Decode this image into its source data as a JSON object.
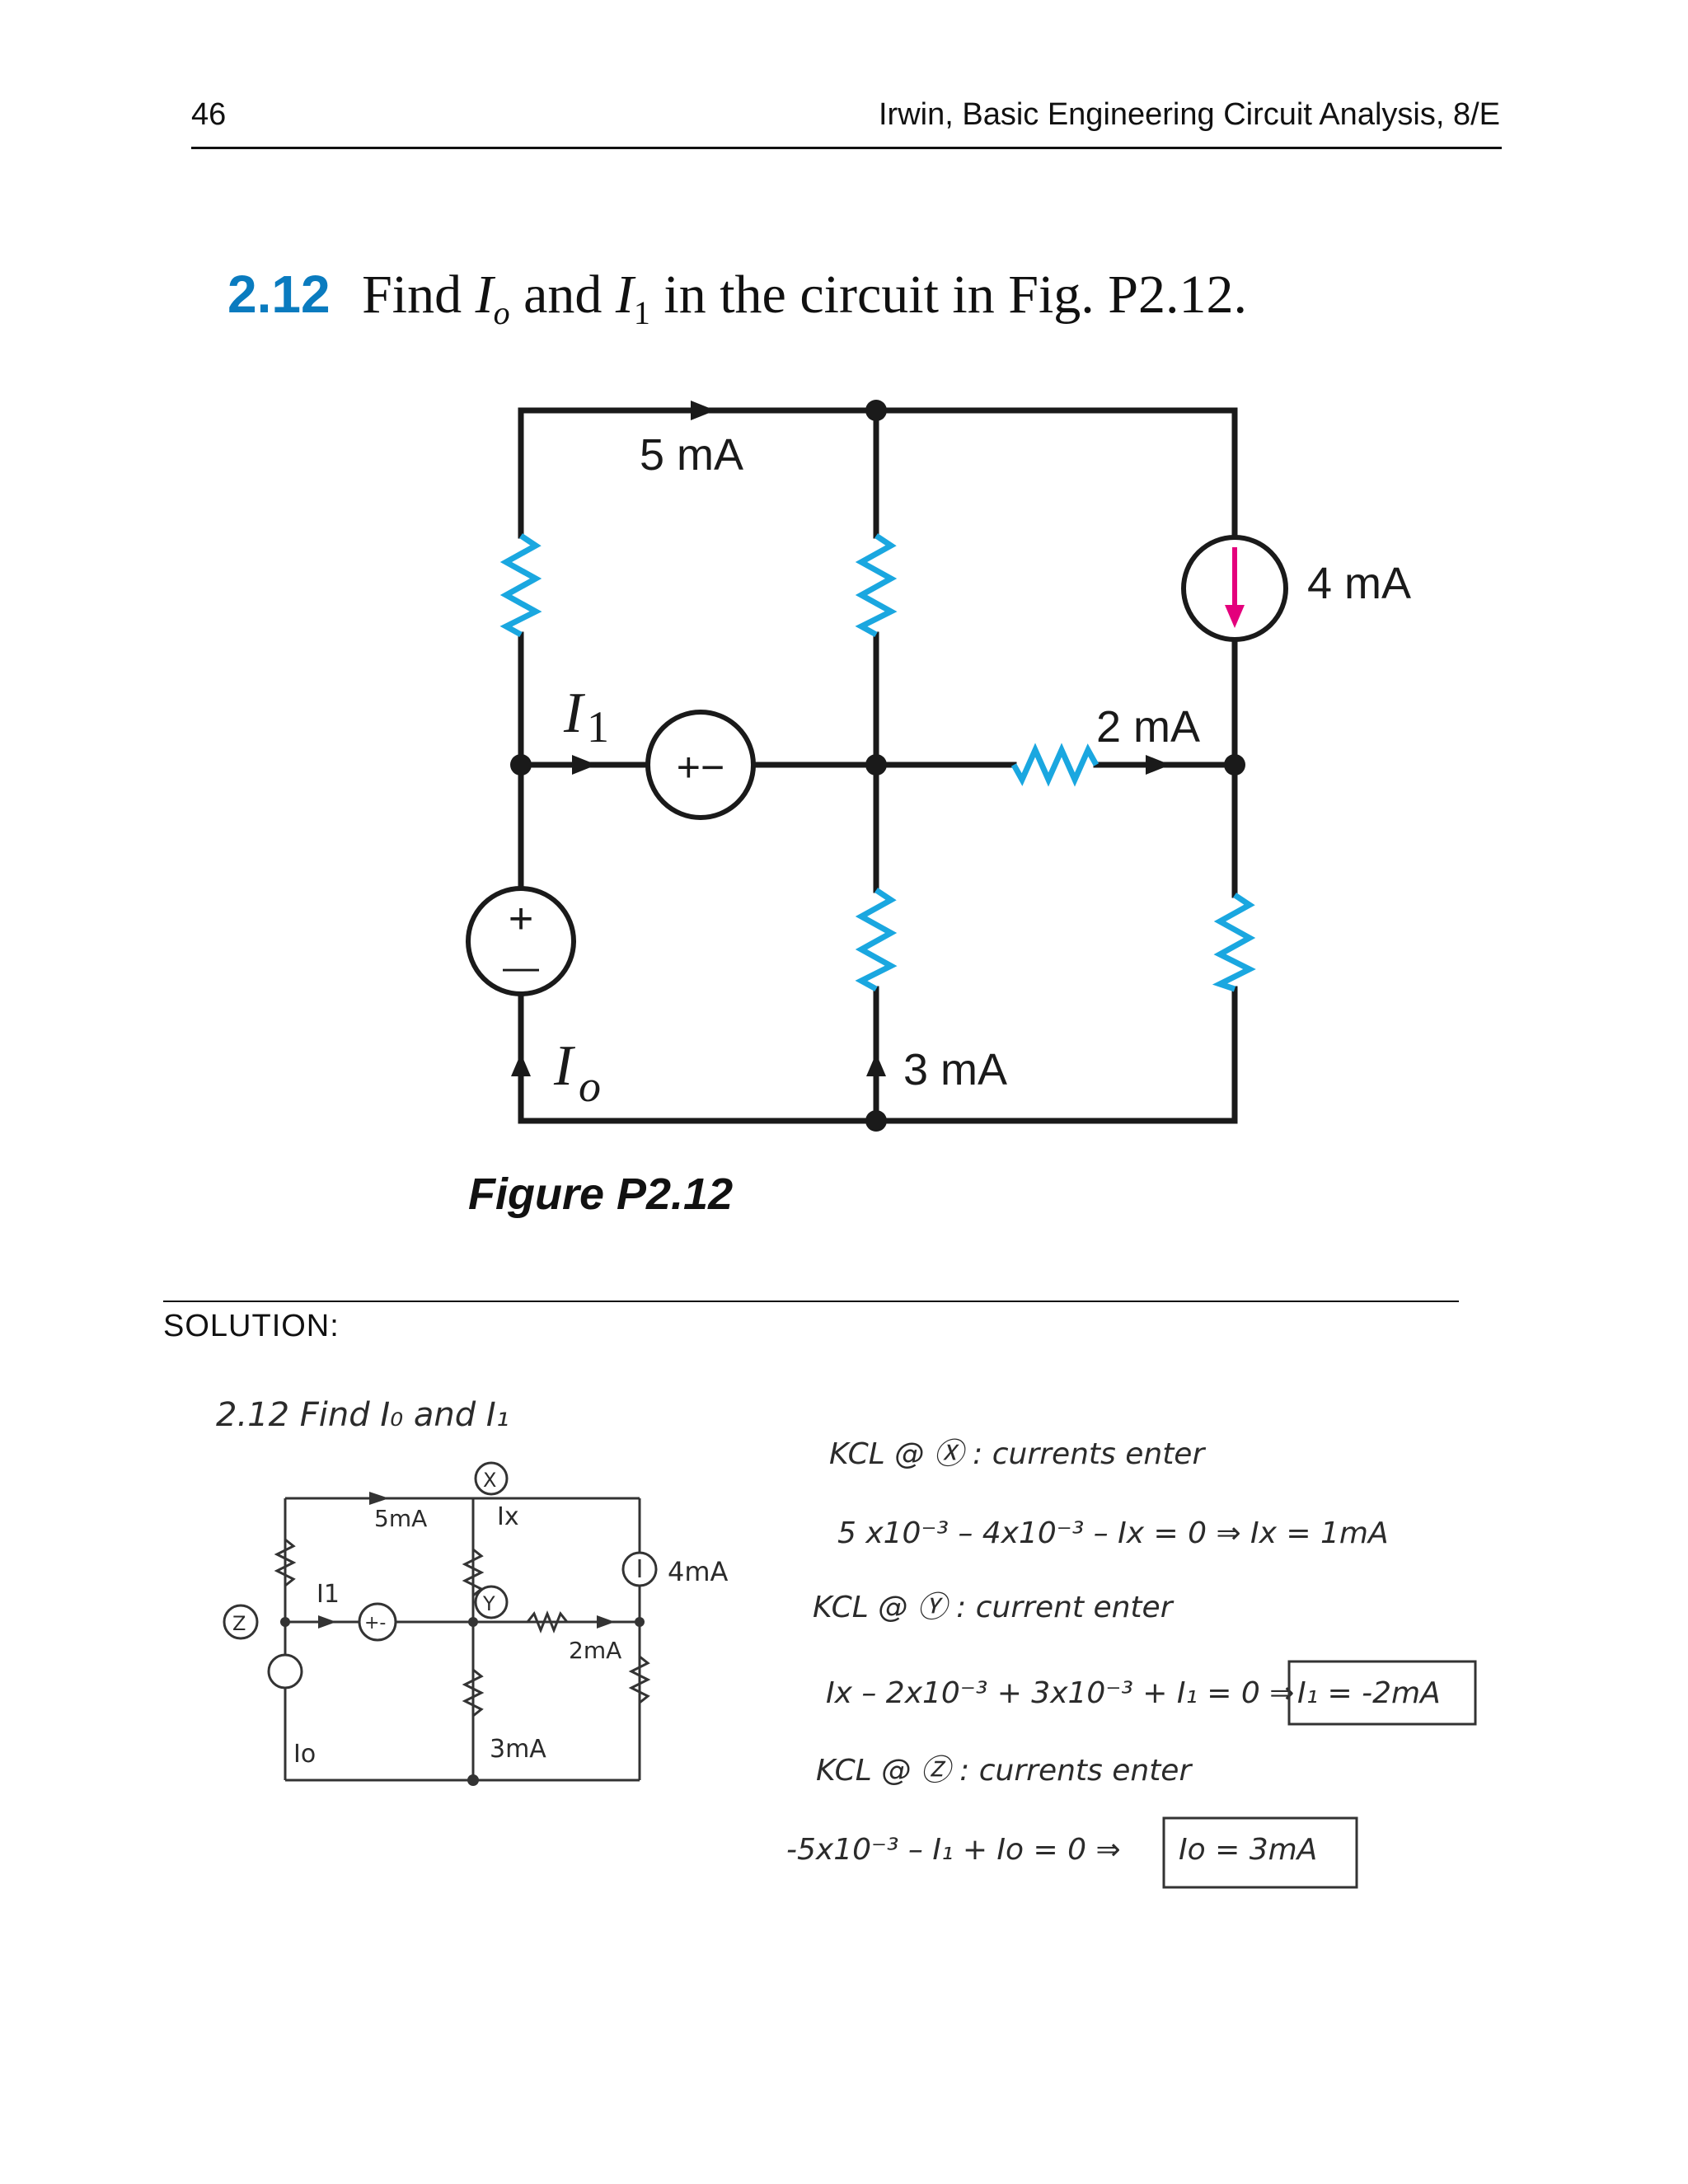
{
  "header": {
    "page_number": "46",
    "running_head": "Irwin, Basic Engineering Circuit Analysis, 8/E"
  },
  "problem": {
    "number": "2.12",
    "text_find": "Find",
    "var_io": "I",
    "sub_o": "o",
    "text_and": "and",
    "var_i1": "I",
    "sub_1": "1",
    "text_rest": "in the circuit in Fig. P2.12."
  },
  "figure": {
    "caption": "Figure P2.12",
    "labels": {
      "top_current": "5 mA",
      "source_current": "4 mA",
      "resistor_current": "2 mA",
      "bottom_current": "3 mA",
      "i1_letter": "I",
      "i1_sub": "1",
      "io_letter": "I",
      "io_sub": "o",
      "vsource_sign": "+−",
      "vsource_v_plus": "+",
      "vsource_v_minus": "—"
    },
    "colors": {
      "wire": "#1a1a1a",
      "resistor": "#1aa7e0",
      "source_arrow": "#e4007c"
    }
  },
  "solution": {
    "label": "SOLUTION:",
    "sketch": {
      "title": "2.12  Find I₀ and I₁",
      "node_x": "X",
      "node_y": "Y",
      "node_z": "Z",
      "five_ma": "5mA",
      "ix": "Ix",
      "i1": "I1",
      "four_ma": "4mA",
      "two_ma": "2mA",
      "io": "Io",
      "three_ma": "3mA",
      "plus_minus": "+-"
    },
    "work": {
      "line1": "KCL @ Ⓧ : currents enter",
      "line2": "5 x10⁻³ – 4x10⁻³ – Ix = 0  ⇒  Ix = 1mA",
      "line3": "KCL @ Ⓨ : current enter",
      "line4": "Ix – 2x10⁻³ + 3x10⁻³ + I₁ = 0  ⇒",
      "answer1": "I₁ = -2mA",
      "line5": "KCL @ Ⓩ : currents enter",
      "line6": "-5x10⁻³ – I₁ + Io = 0  ⇒",
      "answer2": "Io = 3mA"
    }
  }
}
